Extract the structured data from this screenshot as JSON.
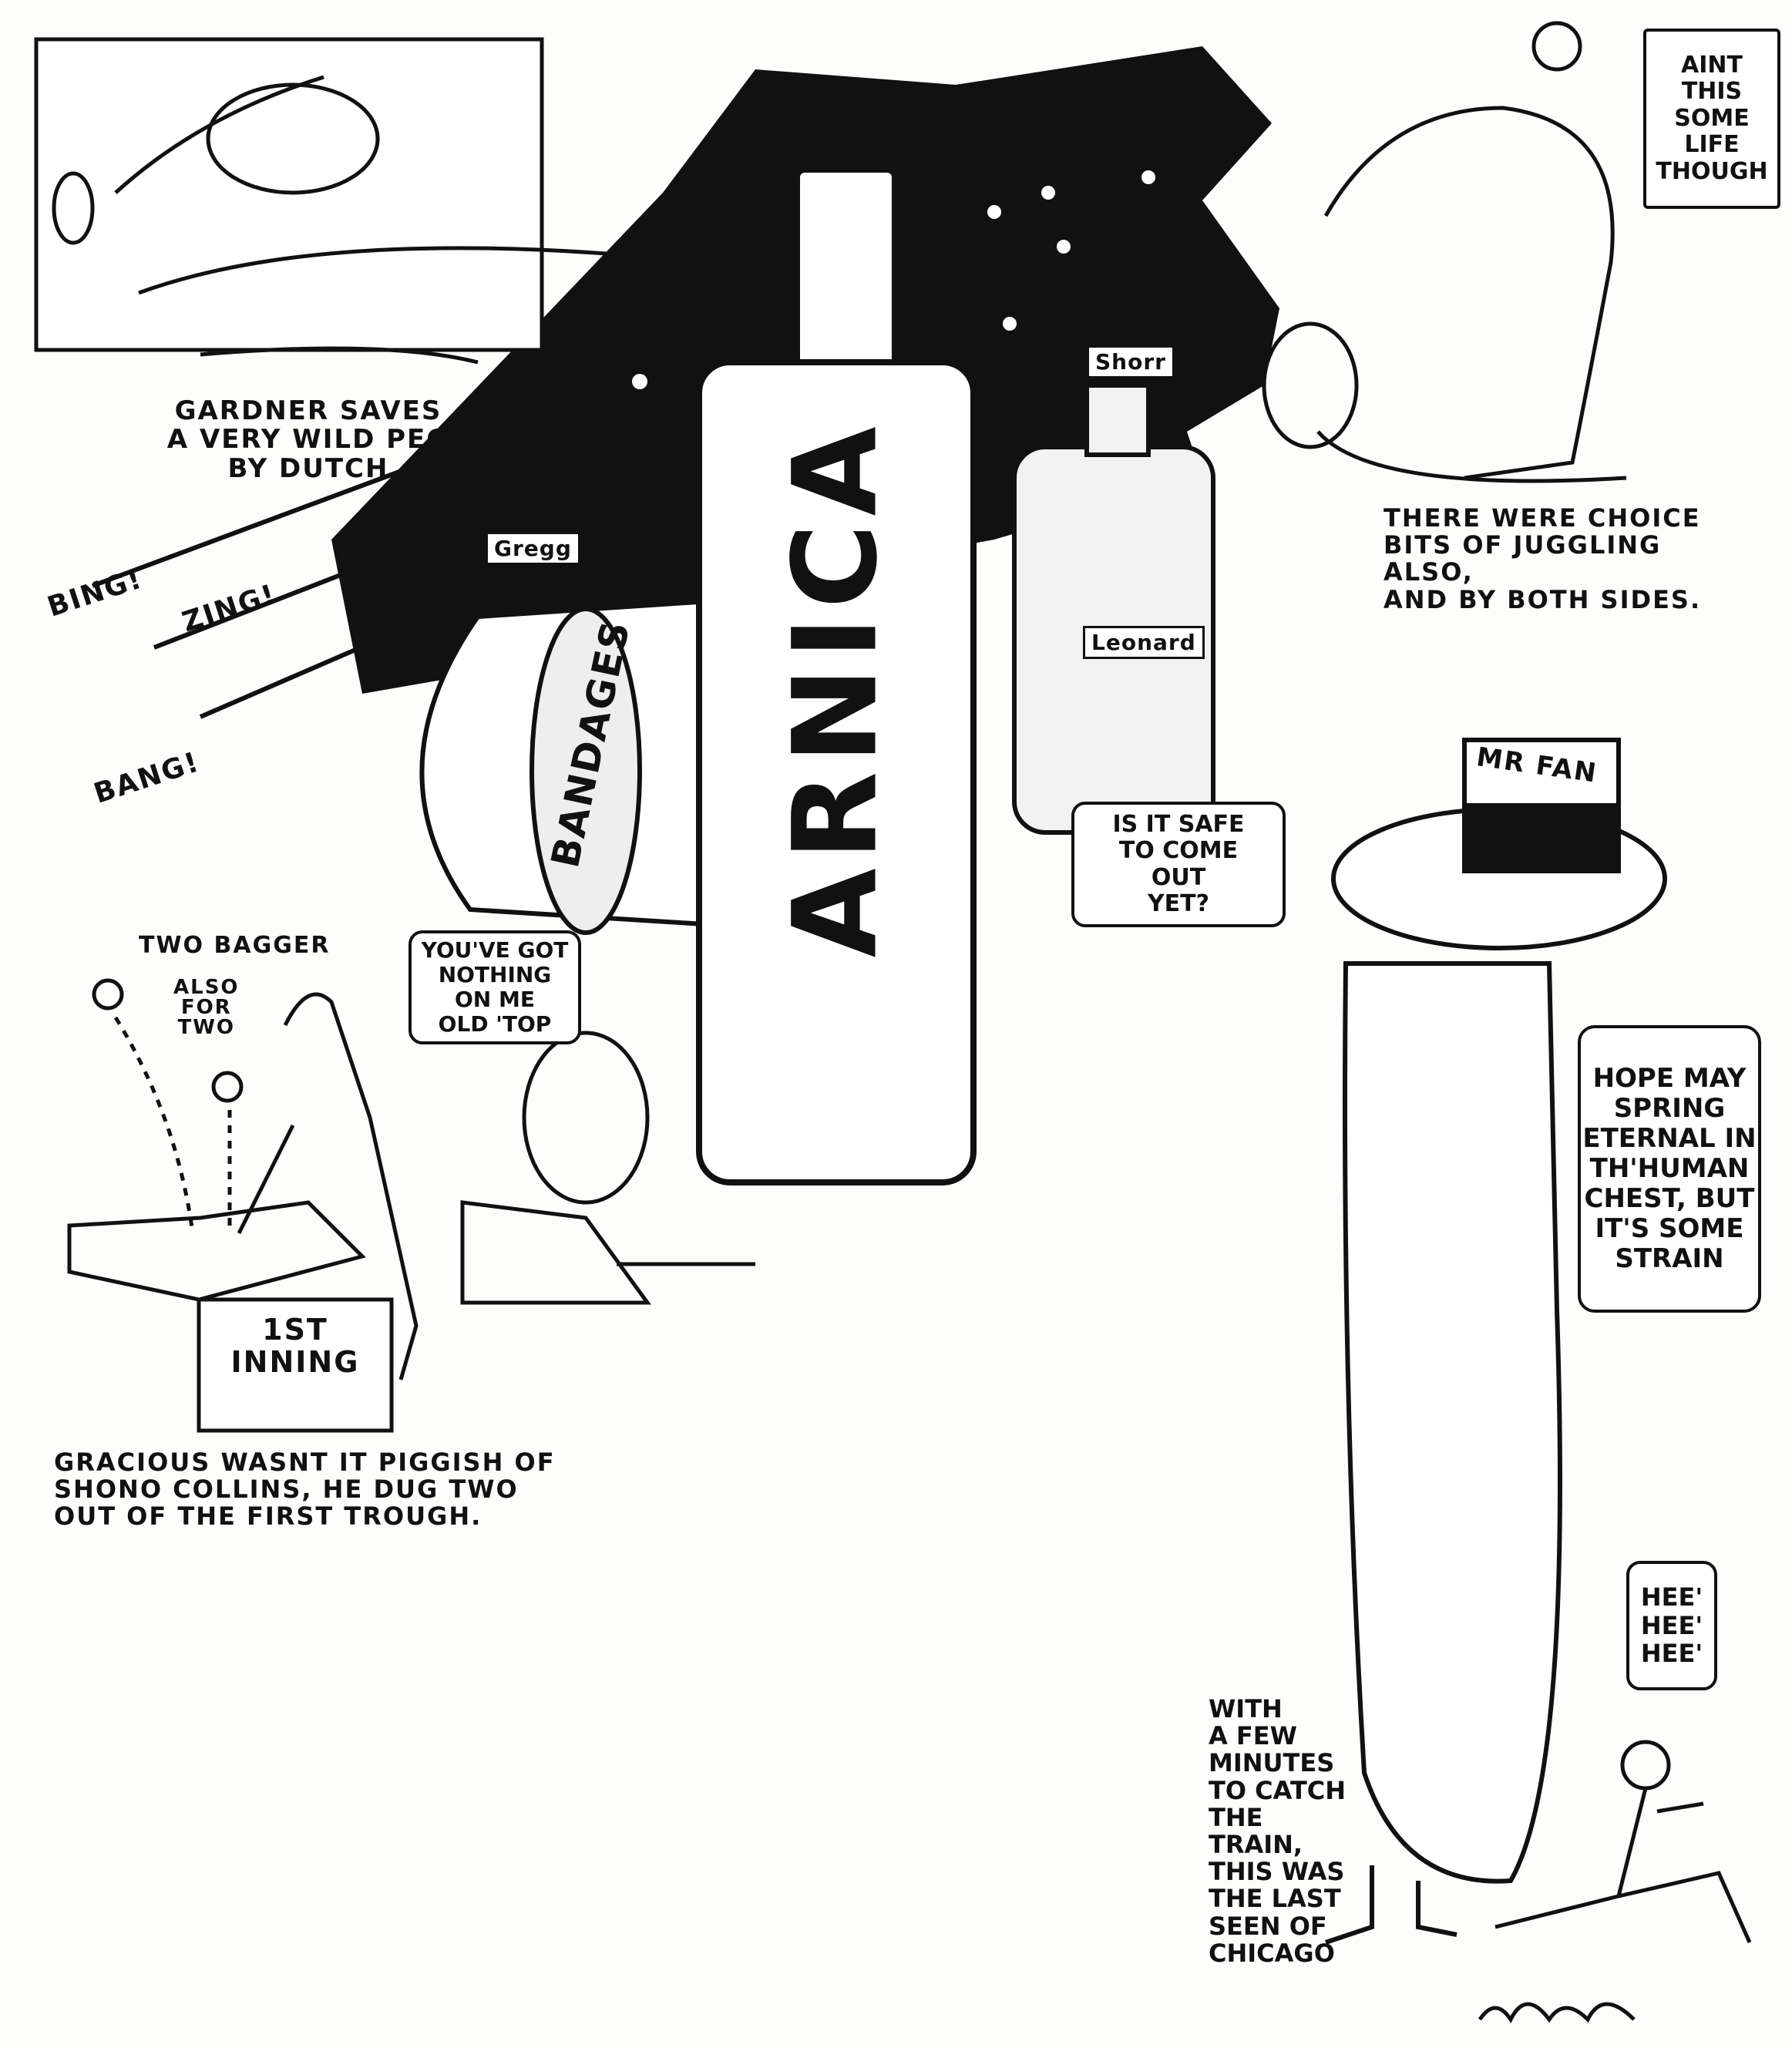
{
  "panels": {
    "gardner": {
      "caption": [
        "Gardner saves",
        "a very wild peg",
        "by Dutch"
      ]
    },
    "sounds": [
      "Bing!",
      "Zing!",
      "Bang!"
    ],
    "labels": {
      "gregg": "Gregg",
      "shorr": "Shorr",
      "leonard": "Leonard",
      "mr_fan": "Mr Fan"
    },
    "bottle_text": "Arnica",
    "bandages_text": "Bandages",
    "safe_bubble": [
      "Is it safe",
      "to come",
      "out",
      "yet?"
    ],
    "juggling": {
      "bubble": [
        "Aint",
        "this",
        "some",
        "life",
        "though"
      ],
      "caption": [
        "There were choice",
        "bits of juggling also,",
        "and by both sides."
      ]
    },
    "trough": {
      "two_bagger": "Two bagger",
      "also_for_two": [
        "Also",
        "for",
        "two"
      ],
      "bubble": [
        "You've got",
        "nothing",
        "on me",
        "old 'top"
      ],
      "box_label": [
        "1st",
        "inning"
      ],
      "caption": [
        "Gracious wasnt it piggish of",
        "Shono Collins, he dug two",
        "out of the first trough."
      ]
    },
    "hope_bubble": [
      "Hope may",
      "spring",
      "eternal in",
      "th'human",
      "chest, but",
      "it's some",
      "strain"
    ],
    "hee_bubble": [
      "Hee'",
      "Hee'",
      "Hee'"
    ],
    "train_caption": [
      "With",
      "a few",
      "minutes",
      "to catch",
      "the",
      "train,",
      "this was",
      "the last",
      "seen of",
      "Chicago"
    ]
  }
}
